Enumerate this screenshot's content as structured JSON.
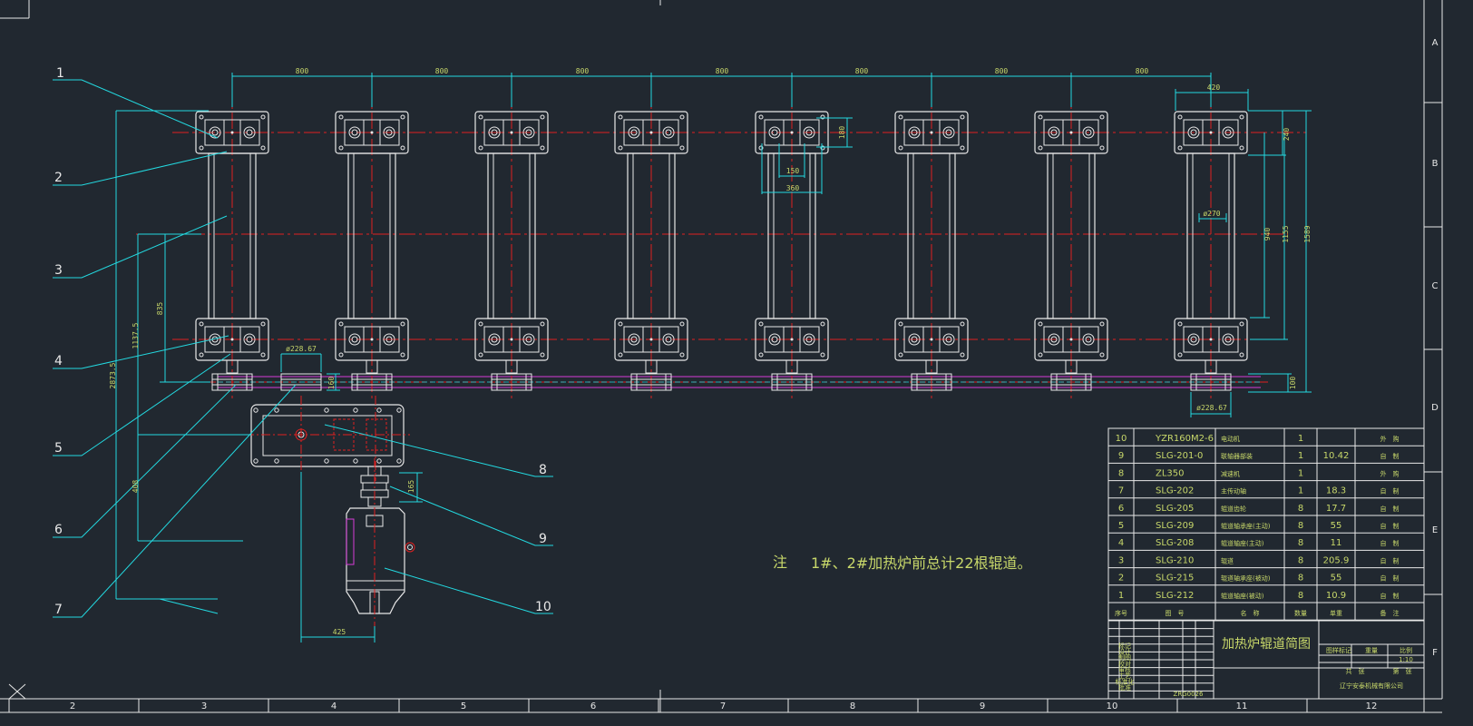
{
  "colors": {
    "bg": "#212830",
    "white": "#e8e8e8",
    "cyan": "#23d9e0",
    "red": "#e02020",
    "yellow": "#c8d86a",
    "magenta": "#d83cd8"
  },
  "grid_bottom": [
    "2",
    "3",
    "4",
    "5",
    "6",
    "7",
    "8",
    "9",
    "10",
    "11",
    "12"
  ],
  "grid_right": [
    "A",
    "B",
    "C",
    "D",
    "E",
    "F"
  ],
  "balloons": [
    "1",
    "2",
    "3",
    "4",
    "5",
    "6",
    "7",
    "8",
    "9",
    "10"
  ],
  "dims": {
    "pitch": [
      "800",
      "800",
      "800",
      "800",
      "800",
      "800",
      "800"
    ],
    "d420": "420",
    "d240": "240",
    "d180": "180",
    "d150": "150",
    "d360": "360",
    "d270": "ø270",
    "d940": "940",
    "d1155": "1155",
    "d1589": "1589",
    "d835": "835",
    "d1137": "1137.5",
    "d2873": "2873.5",
    "d408": "408",
    "d228a": "ø228.67",
    "d228b": "ø228.67",
    "d160": "160",
    "d100": "100",
    "d165": "165",
    "d425": "425"
  },
  "note": {
    "prefix": "注",
    "text": "1#、2#加热炉前总计22根辊道。"
  },
  "bom": {
    "rows": [
      {
        "no": "10",
        "code": "YZR160M2-6",
        "name": "电动机",
        "qty": "1",
        "wt": "",
        "note": "外　购"
      },
      {
        "no": "9",
        "code": "SLG-201-0",
        "name": "联轴器部装",
        "qty": "1",
        "wt": "10.42",
        "note": "自　制"
      },
      {
        "no": "8",
        "code": "ZL350",
        "name": "减速机",
        "qty": "1",
        "wt": "",
        "note": "外　购"
      },
      {
        "no": "7",
        "code": "SLG-202",
        "name": "主传动轴",
        "qty": "1",
        "wt": "18.3",
        "note": "自　制"
      },
      {
        "no": "6",
        "code": "SLG-205",
        "name": "辊道齿轮",
        "qty": "8",
        "wt": "17.7",
        "note": "自　制"
      },
      {
        "no": "5",
        "code": "SLG-209",
        "name": "辊道轴承座(主动)",
        "qty": "8",
        "wt": "55",
        "note": "自　制"
      },
      {
        "no": "4",
        "code": "SLG-208",
        "name": "辊道轴座(主动)",
        "qty": "8",
        "wt": "11",
        "note": "自　制"
      },
      {
        "no": "3",
        "code": "SLG-210",
        "name": "辊道",
        "qty": "8",
        "wt": "205.9",
        "note": "自　制"
      },
      {
        "no": "2",
        "code": "SLG-215",
        "name": "辊道轴承座(被动)",
        "qty": "8",
        "wt": "55",
        "note": "自　制"
      },
      {
        "no": "1",
        "code": "SLG-212",
        "name": "辊道轴座(被动)",
        "qty": "8",
        "wt": "10.9",
        "note": "自　制"
      }
    ],
    "header": {
      "no": "序号",
      "code": "图　号",
      "name": "名　称",
      "qty": "数量",
      "wt": "单重",
      "note": "备　注"
    }
  },
  "title_block": {
    "title": "加热炉辊道简图",
    "company": "辽宁安泰机械有限公司",
    "scale": "1:10",
    "stage": "图样标记",
    "weight": "重量",
    "ratio": "比例",
    "sheet_a": "共　张",
    "sheet_b": "第　张",
    "rows": [
      "标记",
      "设计",
      "制图",
      "校对",
      "审核",
      "工艺",
      "标准化",
      "批准"
    ],
    "code": "ZRG0026"
  }
}
